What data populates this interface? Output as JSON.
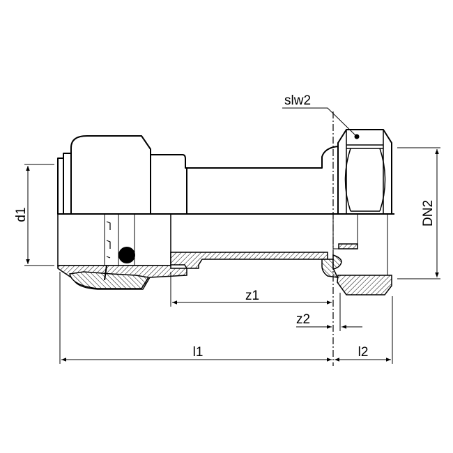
{
  "drawing": {
    "labels": {
      "slw2": "slw2",
      "d1": "d1",
      "dn2": "DN2",
      "z1": "z1",
      "z2": "z2",
      "l1": "l1",
      "l2": "l2"
    },
    "line_color": "#000000",
    "background": "#ffffff"
  }
}
